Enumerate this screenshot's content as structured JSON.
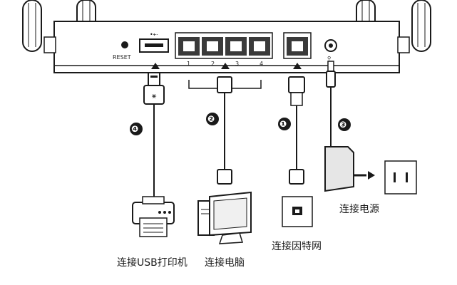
{
  "router": {
    "reset_label": "RESET",
    "lan_port_numbers": [
      "1",
      "2",
      "3",
      "4"
    ]
  },
  "callouts": [
    "❶",
    "❷",
    "❸",
    "❹"
  ],
  "labels": {
    "power": "连接电源",
    "internet": "连接因特网",
    "computer": "连接电脑",
    "usb_printer": "连接USB打印机"
  },
  "colors": {
    "line": "#1a1a1a",
    "router_fill": "#ffffff",
    "port_fill": "#3a3a3a",
    "adapter_fill": "#e6e6e6"
  }
}
